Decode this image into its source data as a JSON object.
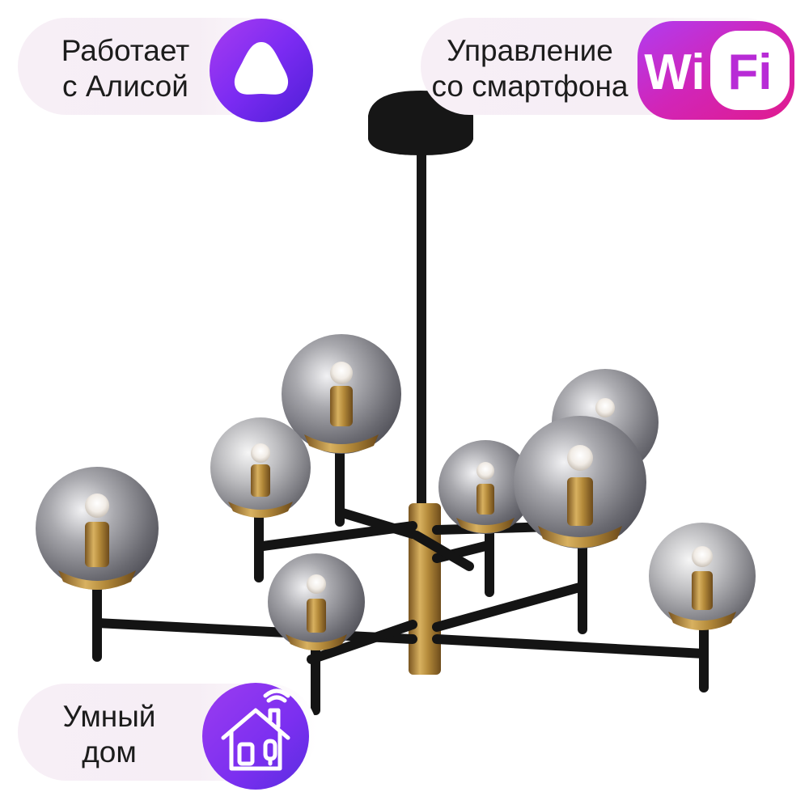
{
  "badges": {
    "alice": {
      "line1": "Работает",
      "line2": "с Алисой",
      "icon": "alice-assistant-icon"
    },
    "smartphone": {
      "line1": "Управление",
      "line2": "со смартфона",
      "icon": "wifi-icon",
      "icon_text_wi": "Wi",
      "icon_text_fi": "Fi"
    },
    "smart_home": {
      "line1": "Умный",
      "line2": "дом",
      "icon": "smart-home-icon"
    }
  },
  "product": {
    "globe_count": 8
  },
  "colors": {
    "pill_bg": "#f6eef5",
    "text": "#1c1c1c",
    "icon_purple": "#8b2be2",
    "icon_magenta": "#d21ea7",
    "metal_black": "#141414",
    "brass": "#b48a3a",
    "smoke_glass": "#8d8d93"
  }
}
